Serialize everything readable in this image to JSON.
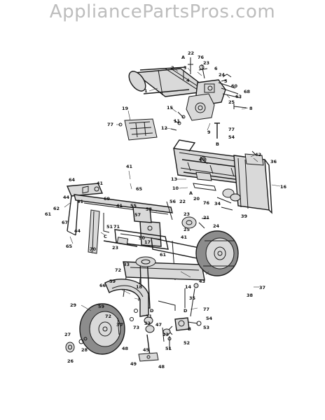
{
  "watermark": "AppliancePartsPros.com",
  "part_labels": [
    {
      "id": "p22a",
      "text": "22"
    },
    {
      "id": "pA1",
      "text": "A"
    },
    {
      "id": "p76a",
      "text": "76"
    },
    {
      "id": "p23a",
      "text": "23"
    },
    {
      "id": "p2",
      "text": "2"
    },
    {
      "id": "p3",
      "text": "3"
    },
    {
      "id": "p6",
      "text": "6"
    },
    {
      "id": "p24a",
      "text": "24"
    },
    {
      "id": "p4",
      "text": "4"
    },
    {
      "id": "p5",
      "text": "5"
    },
    {
      "id": "p60a",
      "text": "60"
    },
    {
      "id": "p68",
      "text": "68"
    },
    {
      "id": "p63a",
      "text": "63"
    },
    {
      "id": "p1",
      "text": "1"
    },
    {
      "id": "p25a",
      "text": "25"
    },
    {
      "id": "p8",
      "text": "8"
    },
    {
      "id": "p15",
      "text": "15"
    },
    {
      "id": "p19",
      "text": "19"
    },
    {
      "id": "p11",
      "text": "11"
    },
    {
      "id": "p77a",
      "text": "77"
    },
    {
      "id": "p12",
      "text": "12"
    },
    {
      "id": "p9",
      "text": "9"
    },
    {
      "id": "p77b",
      "text": "77"
    },
    {
      "id": "p54a",
      "text": "54"
    },
    {
      "id": "pB1",
      "text": "B"
    },
    {
      "id": "p42",
      "text": "42"
    },
    {
      "id": "p36",
      "text": "36"
    },
    {
      "id": "p41a",
      "text": "41"
    },
    {
      "id": "p40",
      "text": "40"
    },
    {
      "id": "p13",
      "text": "13"
    },
    {
      "id": "p10",
      "text": "10"
    },
    {
      "id": "p16",
      "text": "16"
    },
    {
      "id": "p64",
      "text": "64"
    },
    {
      "id": "p41b",
      "text": "41"
    },
    {
      "id": "p65a",
      "text": "65"
    },
    {
      "id": "p44a",
      "text": "44"
    },
    {
      "id": "p69",
      "text": "69"
    },
    {
      "id": "p55",
      "text": "55"
    },
    {
      "id": "p41c",
      "text": "41"
    },
    {
      "id": "pA2",
      "text": "A"
    },
    {
      "id": "p22b",
      "text": "22"
    },
    {
      "id": "p76b",
      "text": "76"
    },
    {
      "id": "p20",
      "text": "20"
    },
    {
      "id": "p34",
      "text": "34"
    },
    {
      "id": "p39",
      "text": "39"
    },
    {
      "id": "p61a",
      "text": "61"
    },
    {
      "id": "p62",
      "text": "62"
    },
    {
      "id": "p41d",
      "text": "41"
    },
    {
      "id": "p57",
      "text": "57"
    },
    {
      "id": "p58",
      "text": "58"
    },
    {
      "id": "p56",
      "text": "56"
    },
    {
      "id": "p23b",
      "text": "23"
    },
    {
      "id": "p21",
      "text": "21"
    },
    {
      "id": "p67",
      "text": "67"
    },
    {
      "id": "p44b",
      "text": "44"
    },
    {
      "id": "p25b",
      "text": "25"
    },
    {
      "id": "p24b",
      "text": "24"
    },
    {
      "id": "p71",
      "text": "71"
    },
    {
      "id": "p51a",
      "text": "51"
    },
    {
      "id": "pC1",
      "text": "C"
    },
    {
      "id": "p65b",
      "text": "65"
    },
    {
      "id": "p70",
      "text": "70"
    },
    {
      "id": "p23c",
      "text": "23"
    },
    {
      "id": "p50",
      "text": "50"
    },
    {
      "id": "p17",
      "text": "17"
    },
    {
      "id": "p41e",
      "text": "41"
    },
    {
      "id": "p61b",
      "text": "61"
    },
    {
      "id": "p33",
      "text": "33"
    },
    {
      "id": "p43",
      "text": "43"
    },
    {
      "id": "p72a",
      "text": "72"
    },
    {
      "id": "p66",
      "text": "66"
    },
    {
      "id": "p18",
      "text": "18"
    },
    {
      "id": "p37",
      "text": "37"
    },
    {
      "id": "p59a",
      "text": "59"
    },
    {
      "id": "p14",
      "text": "14"
    },
    {
      "id": "p38",
      "text": "38"
    },
    {
      "id": "p35",
      "text": "35"
    },
    {
      "id": "p77c",
      "text": "77"
    },
    {
      "id": "p29",
      "text": "29"
    },
    {
      "id": "p59b",
      "text": "59"
    },
    {
      "id": "p72b",
      "text": "72"
    },
    {
      "id": "pD1",
      "text": "D"
    },
    {
      "id": "p54b",
      "text": "54"
    },
    {
      "id": "pB2",
      "text": "B"
    },
    {
      "id": "pD2",
      "text": "D"
    },
    {
      "id": "p31",
      "text": "31"
    },
    {
      "id": "p47",
      "text": "47"
    },
    {
      "id": "p53",
      "text": "53"
    },
    {
      "id": "p30",
      "text": "30"
    },
    {
      "id": "p73",
      "text": "73"
    },
    {
      "id": "p32",
      "text": "32"
    },
    {
      "id": "p27",
      "text": "27"
    },
    {
      "id": "p28",
      "text": "28"
    },
    {
      "id": "p48a",
      "text": "48"
    },
    {
      "id": "p23d",
      "text": "23"
    },
    {
      "id": "p51b",
      "text": "51"
    },
    {
      "id": "p52",
      "text": "52"
    },
    {
      "id": "p26",
      "text": "26"
    },
    {
      "id": "p45",
      "text": "45"
    },
    {
      "id": "p49",
      "text": "49"
    },
    {
      "id": "p48b",
      "text": "48"
    }
  ]
}
